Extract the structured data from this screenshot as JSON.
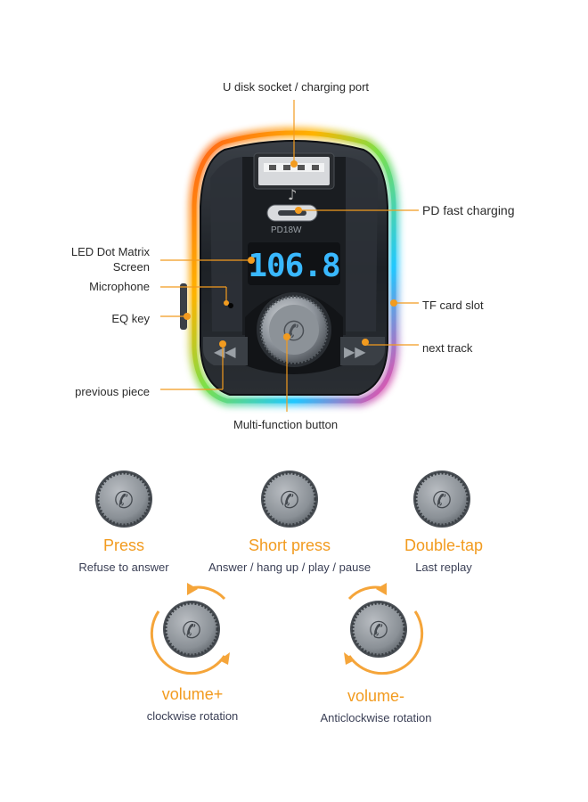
{
  "diagram": {
    "labels": {
      "usb_port": "U disk socket / charging port",
      "pd_charging": "PD fast charging",
      "led_screen_line1": "LED Dot Matrix",
      "led_screen_line2": "Screen",
      "microphone": "Microphone",
      "eq_key": "EQ key",
      "tf_slot": "TF card slot",
      "next_track": "next track",
      "previous_piece": "previous piece",
      "multi_function": "Multi-function button"
    },
    "device": {
      "pd_marking": "PD18W",
      "display_value": "106.8"
    }
  },
  "button_functions": [
    {
      "action": "Press",
      "description": "Refuse to answer"
    },
    {
      "action": "Short press",
      "description": "Answer / hang up / play / pause"
    },
    {
      "action": "Double-tap",
      "description": "Last replay"
    },
    {
      "action": "volume+",
      "description": "clockwise rotation"
    },
    {
      "action": "volume-",
      "description": "Anticlockwise rotation"
    }
  ],
  "colors": {
    "accent": "#f29b1f",
    "text": "#2b2b2b",
    "desc": "#3a3f55",
    "display": "#39b8ff"
  },
  "icons": [
    "phone-icon",
    "prev-track-icon",
    "next-track-icon",
    "music-note-icon"
  ]
}
